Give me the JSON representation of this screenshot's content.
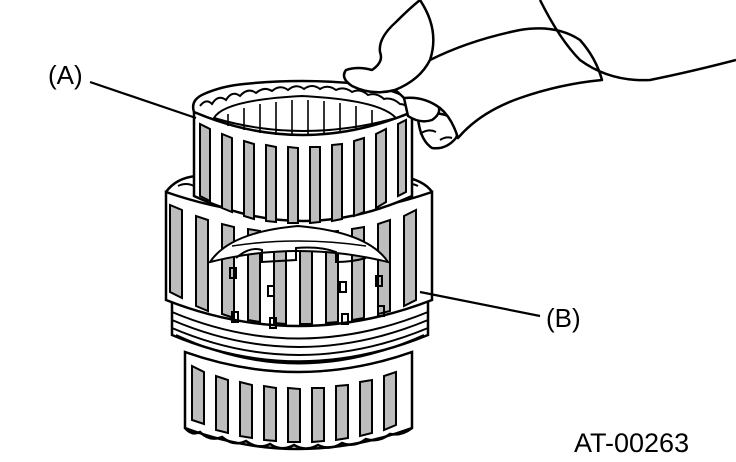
{
  "labels": {
    "part_a": "(A)",
    "part_b": "(B)"
  },
  "figure_code": "AT-00263",
  "colors": {
    "ink": "#000000",
    "paper": "#ffffff",
    "tone": "#bdbdbd"
  }
}
